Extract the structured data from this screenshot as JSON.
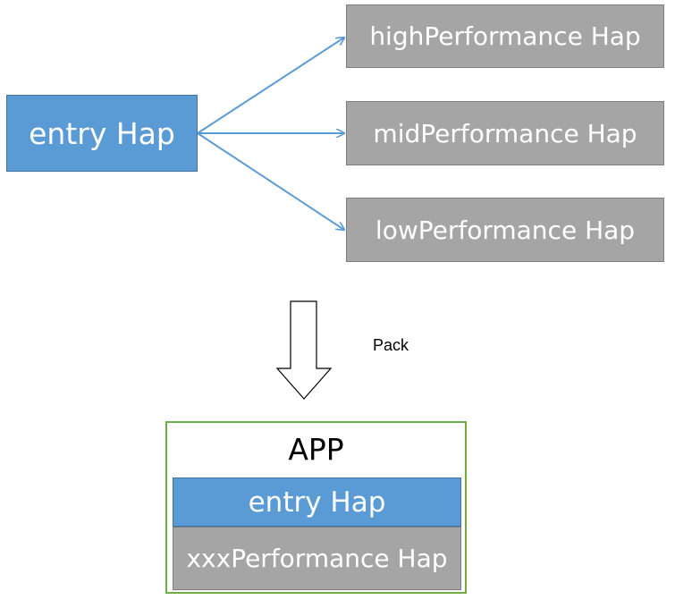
{
  "diagram": {
    "entry_hap": "entry Hap",
    "targets": [
      {
        "label": "highPerformance Hap"
      },
      {
        "label": "midPerformance Hap"
      },
      {
        "label": "lowPerformance Hap"
      }
    ],
    "pack_label": "Pack",
    "app": {
      "title": "APP",
      "entry_hap": "entry Hap",
      "performance_hap": "xxxPerformance Hap"
    },
    "colors": {
      "entry_fill": "#5b9bd5",
      "hap_fill": "#a5a5a5",
      "arrow": "#5b9bd5",
      "app_border": "#70ad47"
    }
  }
}
